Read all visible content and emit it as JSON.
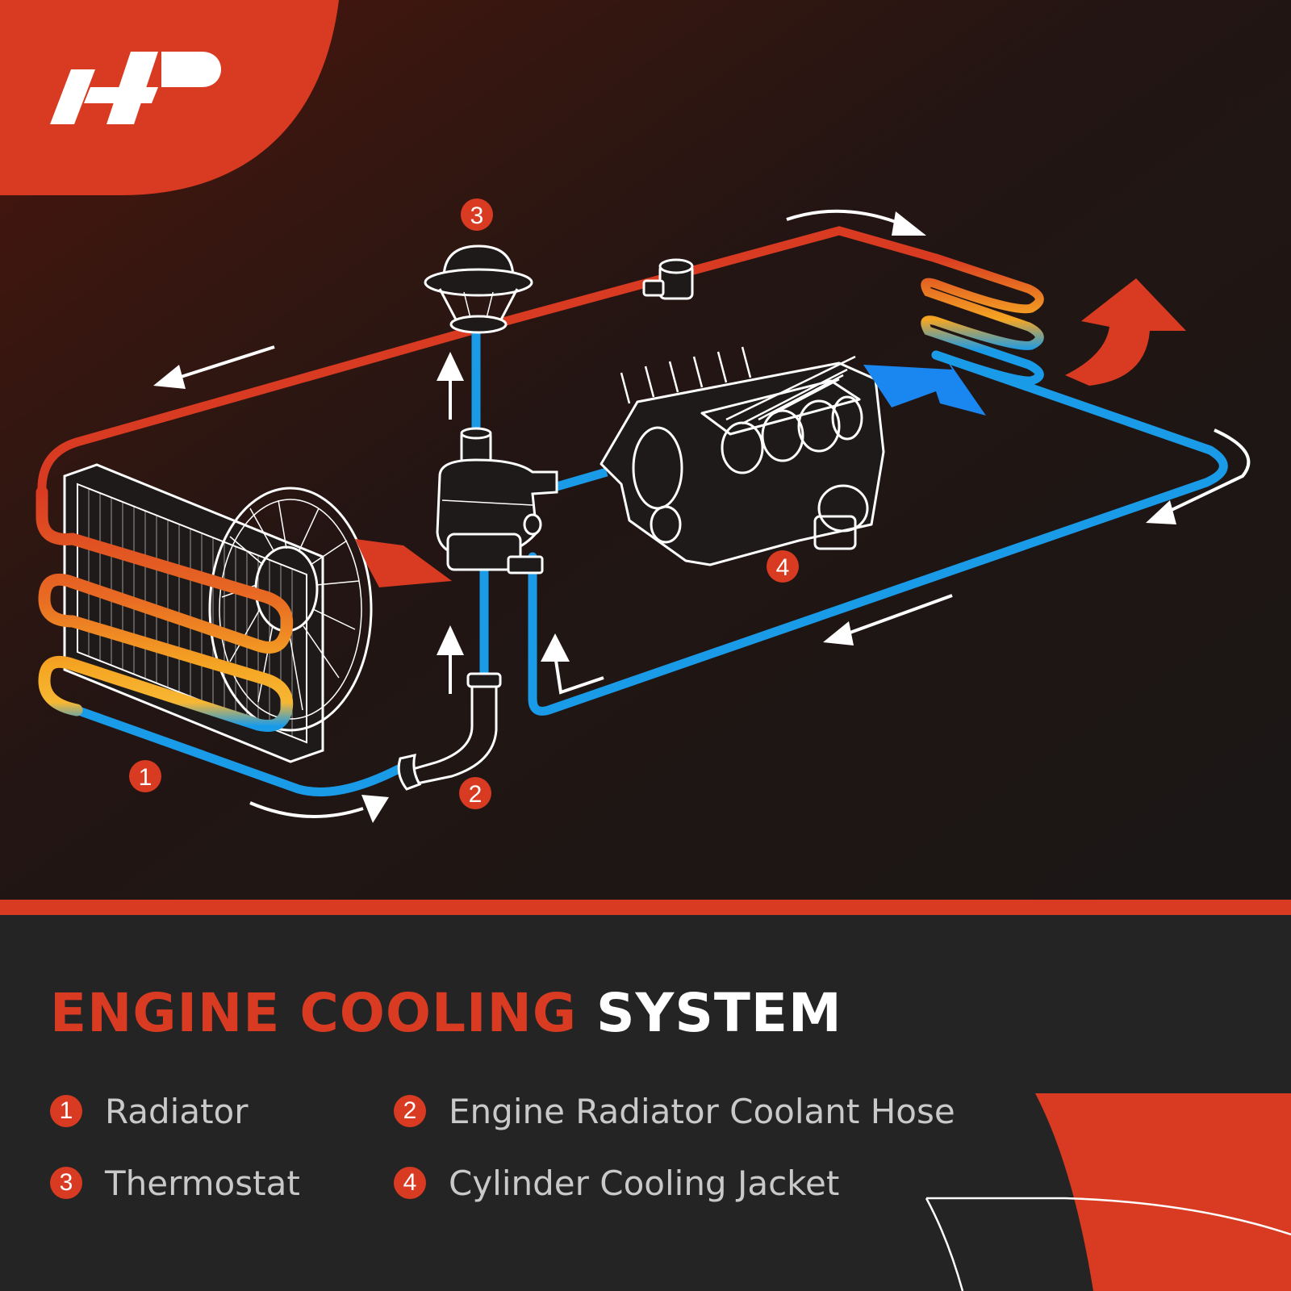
{
  "brand": {
    "logo_text": "A-P",
    "accent_color": "#d93b22"
  },
  "colors": {
    "hot_coolant": "#d93b22",
    "cold_coolant": "#1a9be8",
    "warm_coolant": "#f5a623",
    "flow_arrow": "#ffffff",
    "background": "#1b1716"
  },
  "diagram": {
    "callouts": [
      {
        "number": "1",
        "part": "Radiator"
      },
      {
        "number": "2",
        "part": "Engine Radiator Coolant Hose"
      },
      {
        "number": "3",
        "part": "Thermostat"
      },
      {
        "number": "4",
        "part": "Cylinder Cooling Jacket"
      }
    ]
  },
  "title": {
    "part1": "ENGINE COOLING",
    "part2": "SYSTEM"
  },
  "legend": [
    {
      "number": "1",
      "label": "Radiator"
    },
    {
      "number": "2",
      "label": "Engine Radiator Coolant Hose"
    },
    {
      "number": "3",
      "label": "Thermostat"
    },
    {
      "number": "4",
      "label": "Cylinder Cooling Jacket"
    }
  ]
}
